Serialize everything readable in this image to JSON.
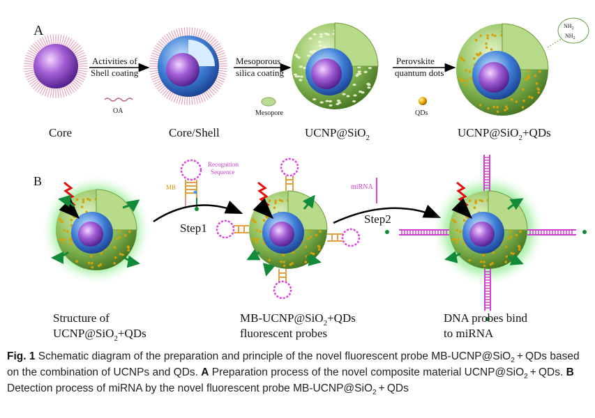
{
  "panel_a": {
    "letter": "A",
    "arrow1_line1": "Activities of",
    "arrow1_line2": "Shell coating",
    "arrow2_line1": "Mesoporous",
    "arrow2_line2": "silica coating",
    "arrow3_line1": "Perovskite",
    "arrow3_line2": "quantum dots",
    "legend_oa": "OA",
    "legend_mesopore": "Mesopore",
    "legend_qds": "QDs",
    "label_core": "Core",
    "label_core_shell": "Core/Shell",
    "label_ucnp_sio": "UCNP@SiO",
    "sub_2": "2",
    "label_qds_suffix": "+QDs",
    "nh2_a": "NH",
    "nh2_b": "NH"
  },
  "panel_b": {
    "letter": "B",
    "recognition_line1": "Recognition",
    "recognition_line2": "Sequence",
    "mb": "MB",
    "mirna": "miRNA",
    "step1": "Step1",
    "step2": "Step2",
    "caption1_line1": "Structure of",
    "caption1_line2_prefix": "UCNP@SiO",
    "caption1_line2_suffix": "+QDs",
    "caption2_line1_prefix": "MB-UCNP@SiO",
    "caption2_line1_suffix": "+QDs",
    "caption2_line2": "fluorescent probes",
    "caption3_line1": "DNA probes bind",
    "caption3_line2": "to miRNA"
  },
  "caption": {
    "fig": "Fig. 1",
    "t1": " Schematic diagram of the preparation and principle of the novel fluorescent probe MB-UCNP@",
    "t2": "SiO",
    "sub": "2",
    "t3": " + QDs based on the combination of UCNPs and QDs. ",
    "a": "A",
    "t4": " Preparation process of the novel composite material UCNP@SiO",
    "t5": " + QDs. ",
    "b": "B",
    "t6": " Detection process of miRNA by the novel fluorescent probe MB-UCNP@",
    "t7": "SiO",
    "t8": " + QDs"
  }
}
